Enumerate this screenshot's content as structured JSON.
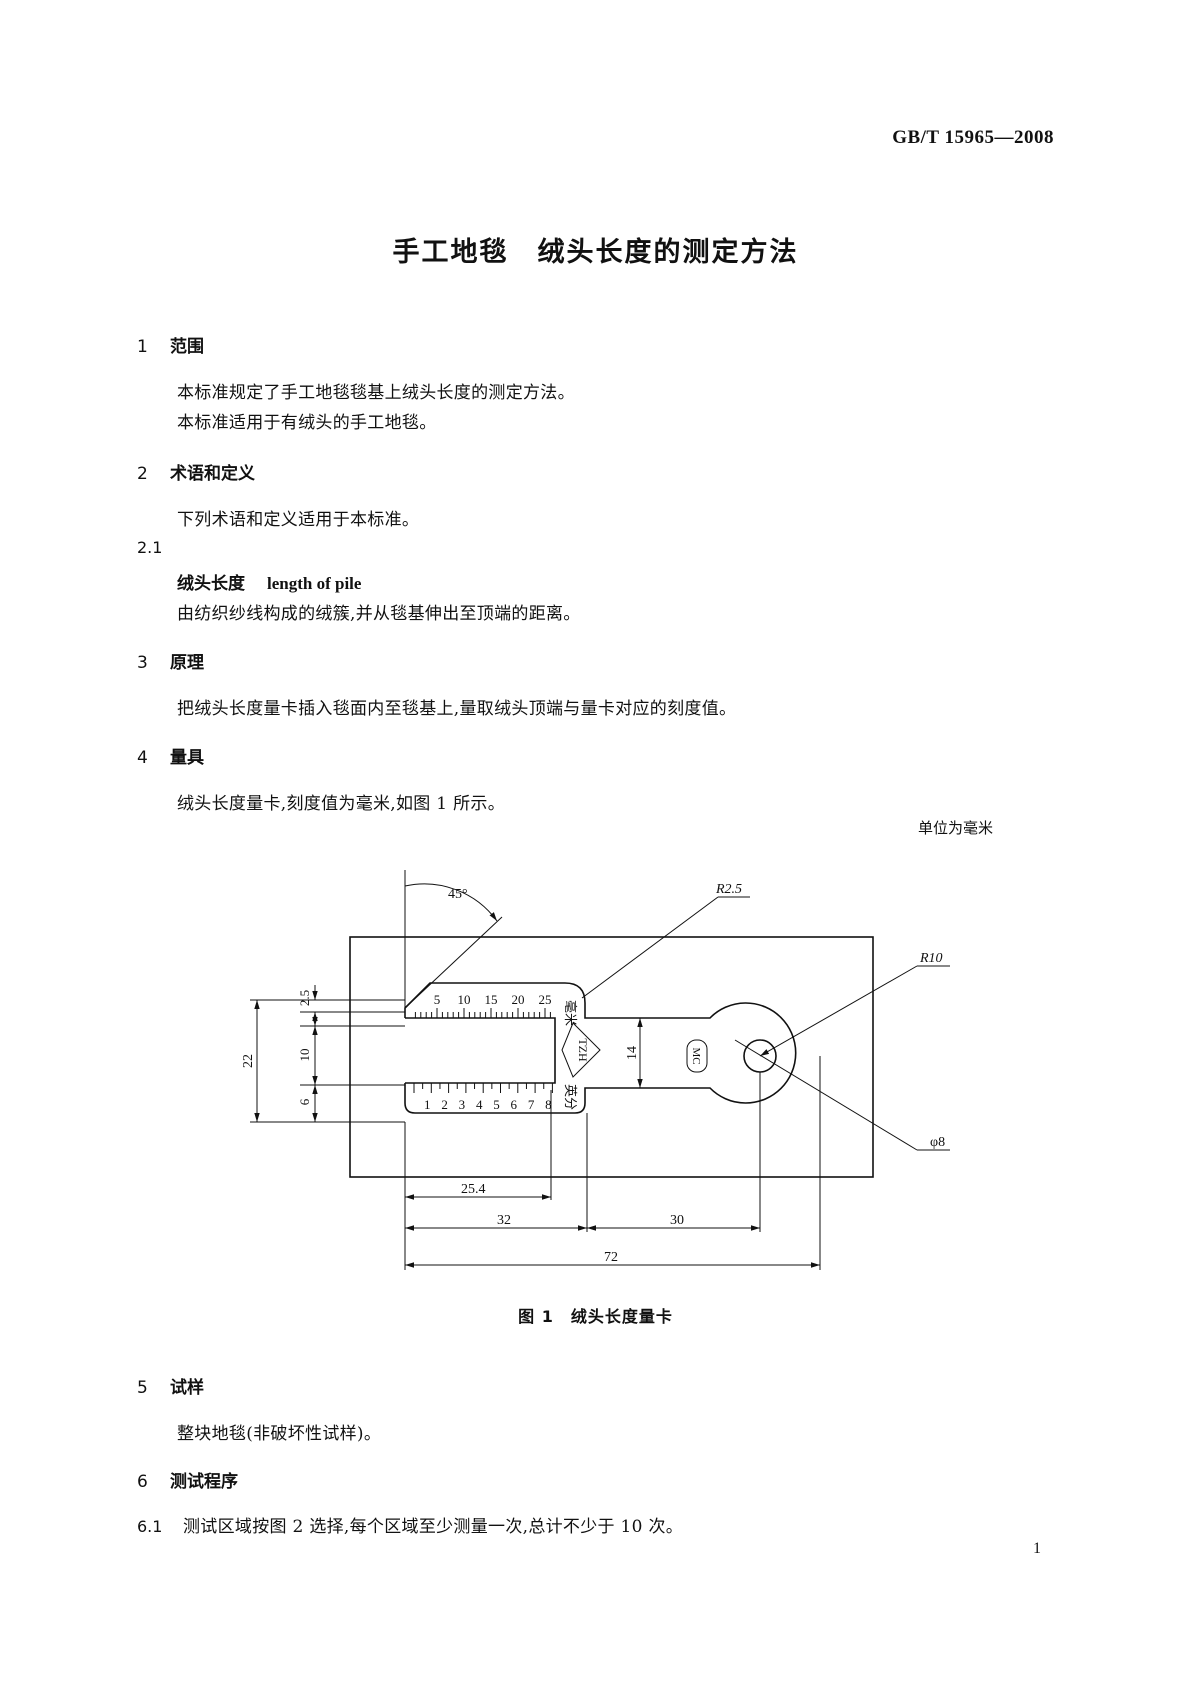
{
  "header": {
    "standard_code": "GB/T  15965—2008"
  },
  "title": "手工地毯　绒头长度的测定方法",
  "sections": {
    "s1": {
      "num": "1",
      "heading": "范围",
      "paragraphs": [
        "本标准规定了手工地毯毯基上绒头长度的测定方法。",
        "本标准适用于有绒头的手工地毯。"
      ]
    },
    "s2": {
      "num": "2",
      "heading": "术语和定义",
      "paragraphs": [
        "下列术语和定义适用于本标准。"
      ],
      "sub": {
        "num": "2.1",
        "term_zh": "绒头长度",
        "term_en": "length of pile",
        "definition": "由纺织纱线构成的绒簇,并从毯基伸出至顶端的距离。"
      }
    },
    "s3": {
      "num": "3",
      "heading": "原理",
      "paragraphs": [
        "把绒头长度量卡插入毯面内至毯基上,量取绒头顶端与量卡对应的刻度值。"
      ]
    },
    "s4": {
      "num": "4",
      "heading": "量具",
      "paragraphs": [
        "绒头长度量卡,刻度值为毫米,如图 1 所示。"
      ],
      "unit_note": "单位为毫米"
    },
    "s5": {
      "num": "5",
      "heading": "试样",
      "paragraphs": [
        "整块地毯(非破坏性试样)。"
      ]
    },
    "s6": {
      "num": "6",
      "heading": "测试程序",
      "sub": {
        "num": "6.1",
        "text": "测试区域按图 2 选择,每个区域至少测量一次,总计不少于 10 次。"
      }
    }
  },
  "figure": {
    "caption": "图 1　绒头长度量卡",
    "labels": {
      "angle": "45°",
      "r_small": "R2.5",
      "r_large": "R10",
      "diameter": "φ8",
      "dim_25_4": "25.4",
      "dim_32": "32",
      "dim_30": "30",
      "dim_72": "72",
      "dim_22": "22",
      "dim_2_5": "2.5",
      "dim_10": "10",
      "dim_6": "6",
      "dim_14": "14",
      "mm_label": "毫米",
      "inch_label": "英分",
      "mark_tzh": "TZH",
      "mark_mc": "MC"
    },
    "mm_scale": [
      "5",
      "10",
      "15",
      "20",
      "25"
    ],
    "inch_scale": [
      "1",
      "2",
      "3",
      "4",
      "5",
      "6",
      "7",
      "8"
    ]
  },
  "page_number": "1"
}
